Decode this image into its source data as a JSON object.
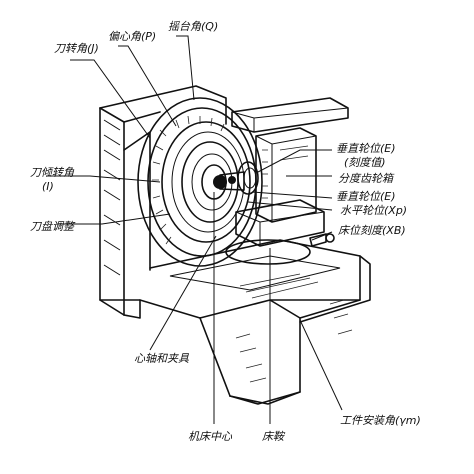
{
  "labels": {
    "tool_angle": "刀转角(J)",
    "eccentric_angle": "偏心角(P)",
    "swing_angle": "摇台角(Q)",
    "vertical_wheel_pos": "垂直轮位(E)",
    "vertical_wheel_pos_sub": "(刻度值)",
    "index_box": "分度齿轮箱",
    "vertical_wheel_pos_2": "垂直轮位(E)",
    "horizontal_wheel_pos": "水平轮位(Xp)",
    "bed_position": "床位刻度(XB)",
    "tool_tilt_angle": "刀倾转角",
    "tool_tilt_angle_sub": "(I)",
    "cutter_head": "刀盘调整",
    "spindle_fixture": "心轴和夹具",
    "machine_center": "机床中心",
    "bed": "床鞍",
    "work_mount_angle": "工件安装角(γm)"
  }
}
